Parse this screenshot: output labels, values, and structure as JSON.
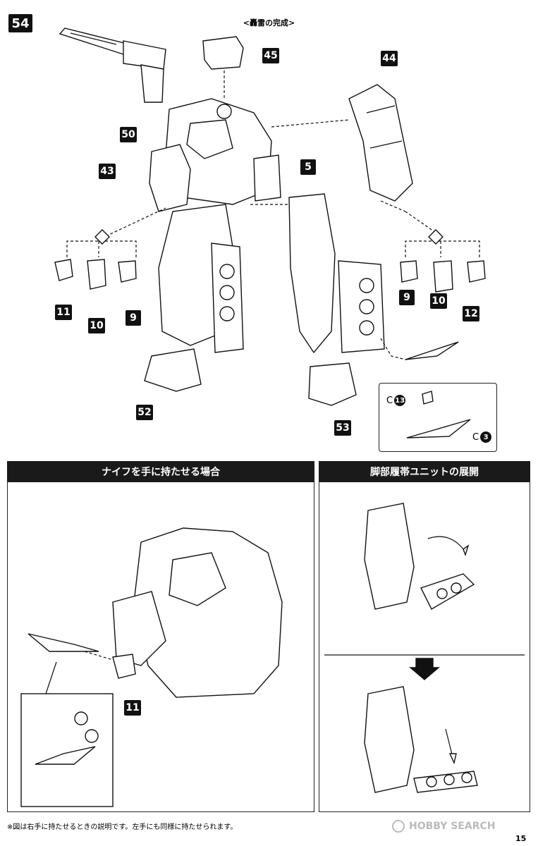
{
  "step": "54",
  "title": "<轟雷の完成>",
  "part_labels": {
    "p45": "45",
    "p44": "44",
    "p50": "50",
    "p43": "43",
    "p5": "5",
    "left_hands": [
      "11",
      "10",
      "9"
    ],
    "right_hands": [
      "9",
      "10",
      "12"
    ],
    "p52": "52",
    "p53": "53"
  },
  "runner_parts": {
    "c13": {
      "letter": "C",
      "num": "13"
    },
    "c3": {
      "letter": "C",
      "num": "3"
    }
  },
  "section_left": {
    "header": "ナイフを手に持たせる場合",
    "hand_label": "11"
  },
  "section_right": {
    "header": "脚部履帯ユニットの展開"
  },
  "footnote": "※図は右手に持たせるときの説明です。左手にも同様に持たせられます。",
  "watermark": "HOBBY SEARCH",
  "page_number": "15"
}
